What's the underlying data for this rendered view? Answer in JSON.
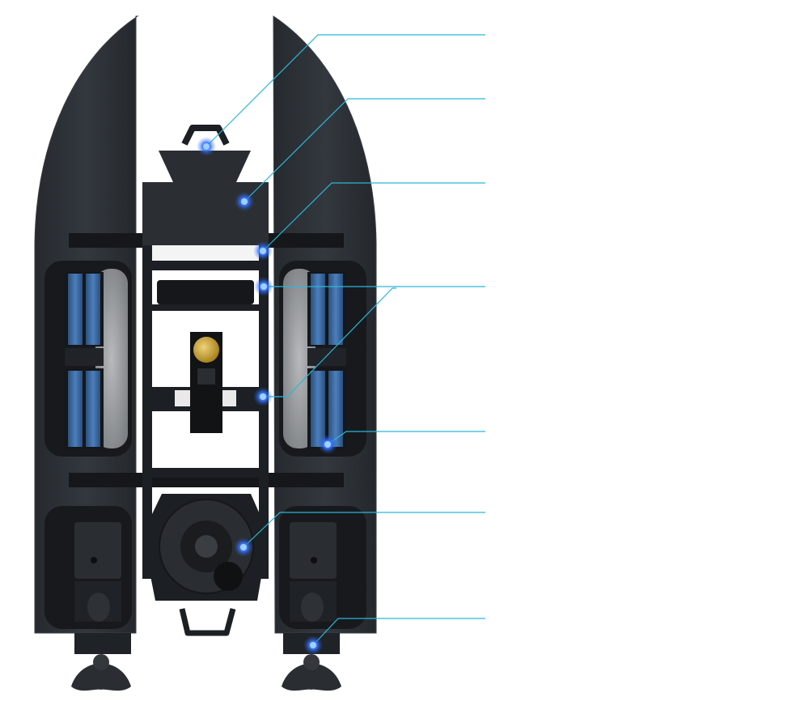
{
  "diagram": {
    "subject": "catamaran-drone-top-view",
    "colors": {
      "hull": "#2a2e33",
      "hull_edge": "#3a3f45",
      "frame": "#1c1f23",
      "battery": "#3f6fa8",
      "battery_dark": "#2b4f7c",
      "pad": "#b9bcbf",
      "leader_line": "#2bb7d8",
      "marker": "#2f6bff",
      "gold": "#c9a227"
    },
    "callouts": [
      {
        "id": "callout-1"
      },
      {
        "id": "callout-2"
      },
      {
        "id": "callout-3"
      },
      {
        "id": "callout-4"
      },
      {
        "id": "callout-5"
      },
      {
        "id": "callout-6"
      },
      {
        "id": "callout-7"
      },
      {
        "id": "callout-8"
      }
    ]
  }
}
